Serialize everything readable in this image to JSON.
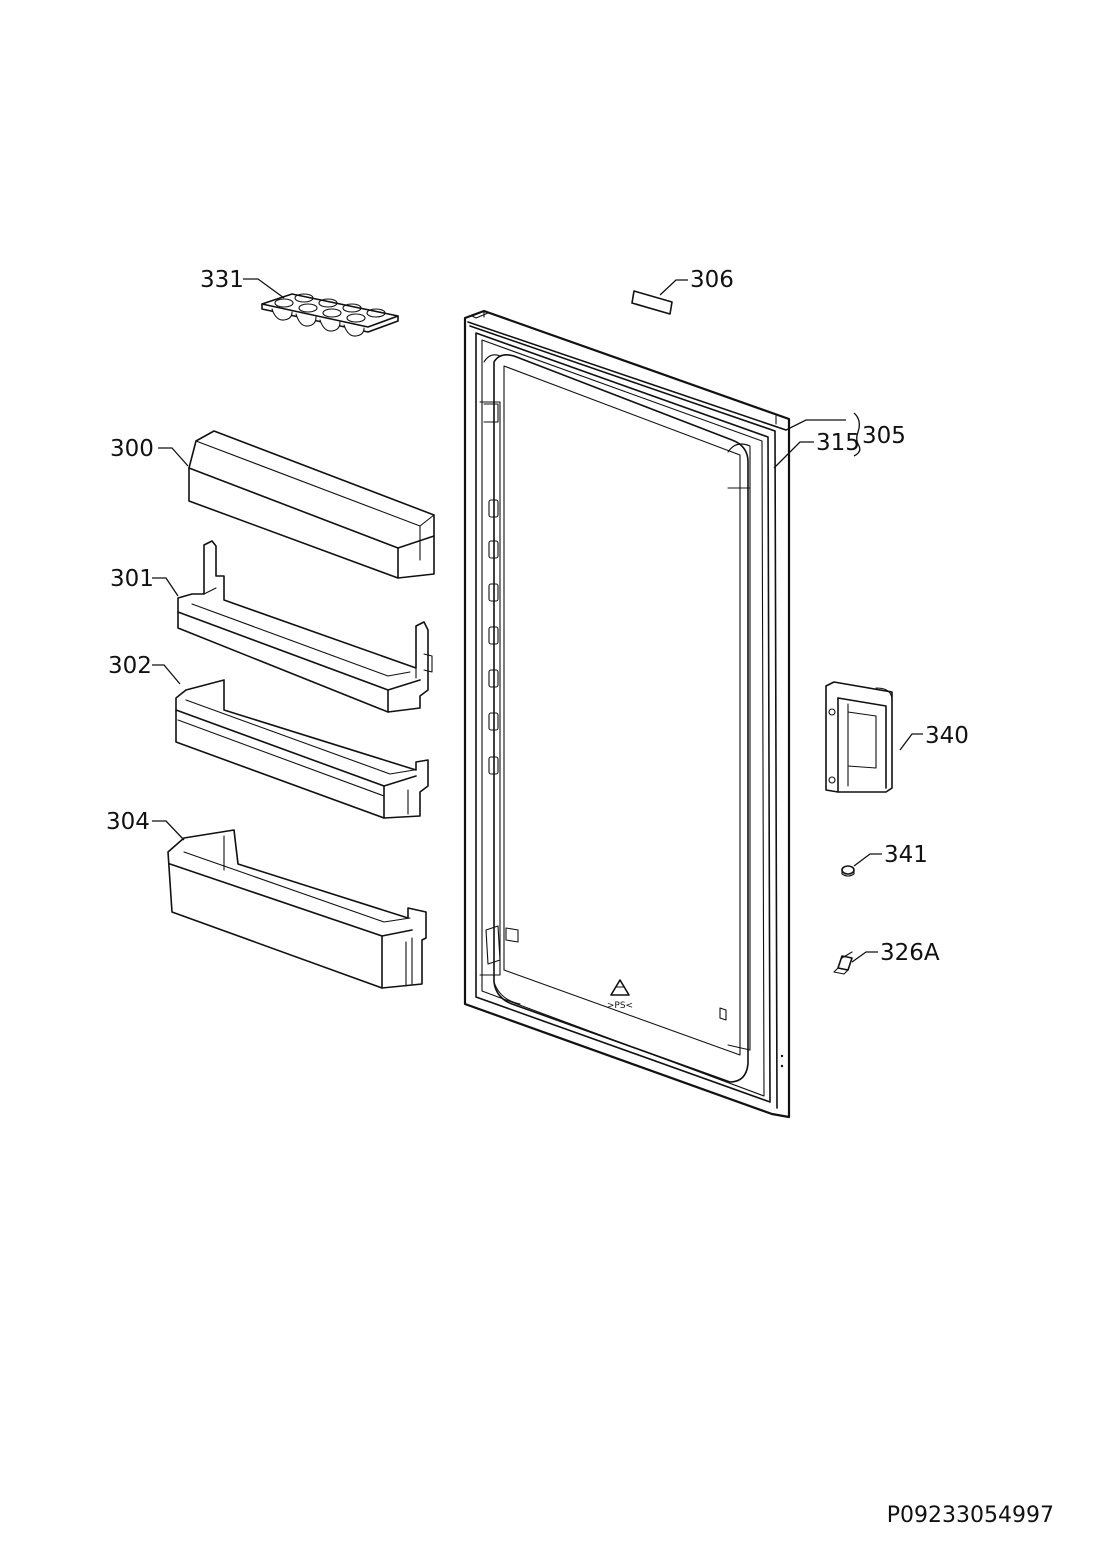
{
  "labels": {
    "p331": "331",
    "p306": "306",
    "p300": "300",
    "p315": "315",
    "p305": "305",
    "p301": "301",
    "p302": "302",
    "p340": "340",
    "p304": "304",
    "p341": "341",
    "p326a": "326A"
  },
  "drawing_code": "P09233054997",
  "icons": {
    "recycle": "recycling-triangle-icon",
    "recycle_text": ">PS<"
  }
}
